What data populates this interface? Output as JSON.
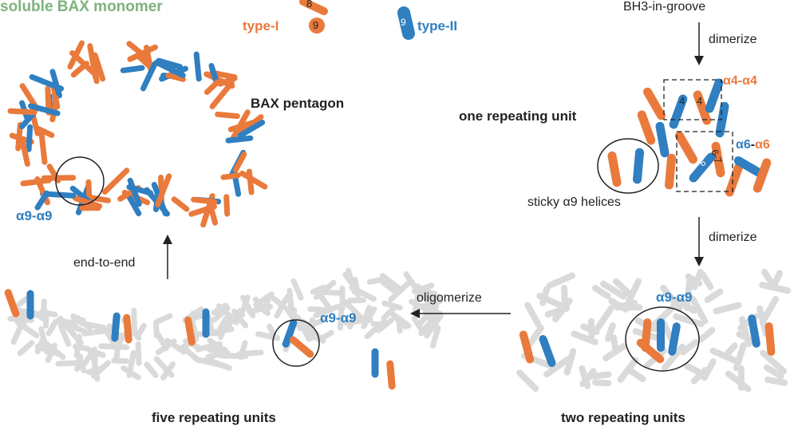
{
  "colors": {
    "orange": "#E97A3C",
    "blue": "#2F7FC1",
    "green": "#7DB37D",
    "grey": "#DADADA",
    "text": "#222222"
  },
  "labels": {
    "soluble_monomer": "soluble BAX monomer",
    "type_i": "type-I",
    "type_ii": "type-II",
    "helix_8": "8",
    "helix_9_orange": "9",
    "helix_9_blue": "9",
    "bh3_in_groove": "BH3-in-groove",
    "dimerize_top": "dimerize",
    "a4_a4": "α4-α4",
    "helix_4_left": "4",
    "helix_4_right": "4",
    "one_repeating_unit": "one repeating unit",
    "a6_prefix": "α6",
    "a6_dash": "-",
    "a6_suffix": "α6",
    "helix_6_blue": "6",
    "helix_6_7": "6-7",
    "sticky_a9": "sticky α9 helices",
    "bax_pentagon": "BAX pentagon",
    "a9_a9_left": "α9-α9",
    "end_to_end": "end-to-end",
    "dimerize_mid": "dimerize",
    "oligomerize": "oligomerize",
    "a9_a9_bottom": "α9-α9",
    "a9_a9_right": "α9-α9",
    "five_repeating_units": "five repeating units",
    "two_repeating_units": "two repeating units"
  }
}
